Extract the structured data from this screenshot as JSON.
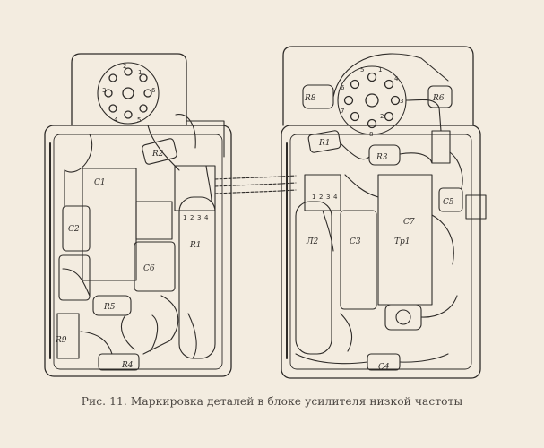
{
  "figure": {
    "caption": {
      "number": "Рис. 11.",
      "text": "Маркировка деталей в блоке усилителя низкой частоты"
    },
    "left_block": {
      "labels": [
        "C1",
        "C2",
        "R2",
        "C6",
        "R1",
        "R5",
        "R9",
        "R4"
      ],
      "socket_pins": [
        "1",
        "2",
        "3",
        "4",
        "5",
        "6"
      ],
      "terminal_pins": [
        "1",
        "2",
        "3",
        "4"
      ]
    },
    "right_block": {
      "labels": [
        "R8",
        "R1",
        "R6",
        "C5",
        "R3",
        "Tp1",
        "C3",
        "Л2",
        "C4",
        "C7"
      ],
      "socket_pins": [
        "1",
        "2",
        "3",
        "4",
        "5",
        "6",
        "7",
        "8"
      ],
      "terminal_pins": [
        "1",
        "2",
        "3",
        "4"
      ]
    }
  }
}
